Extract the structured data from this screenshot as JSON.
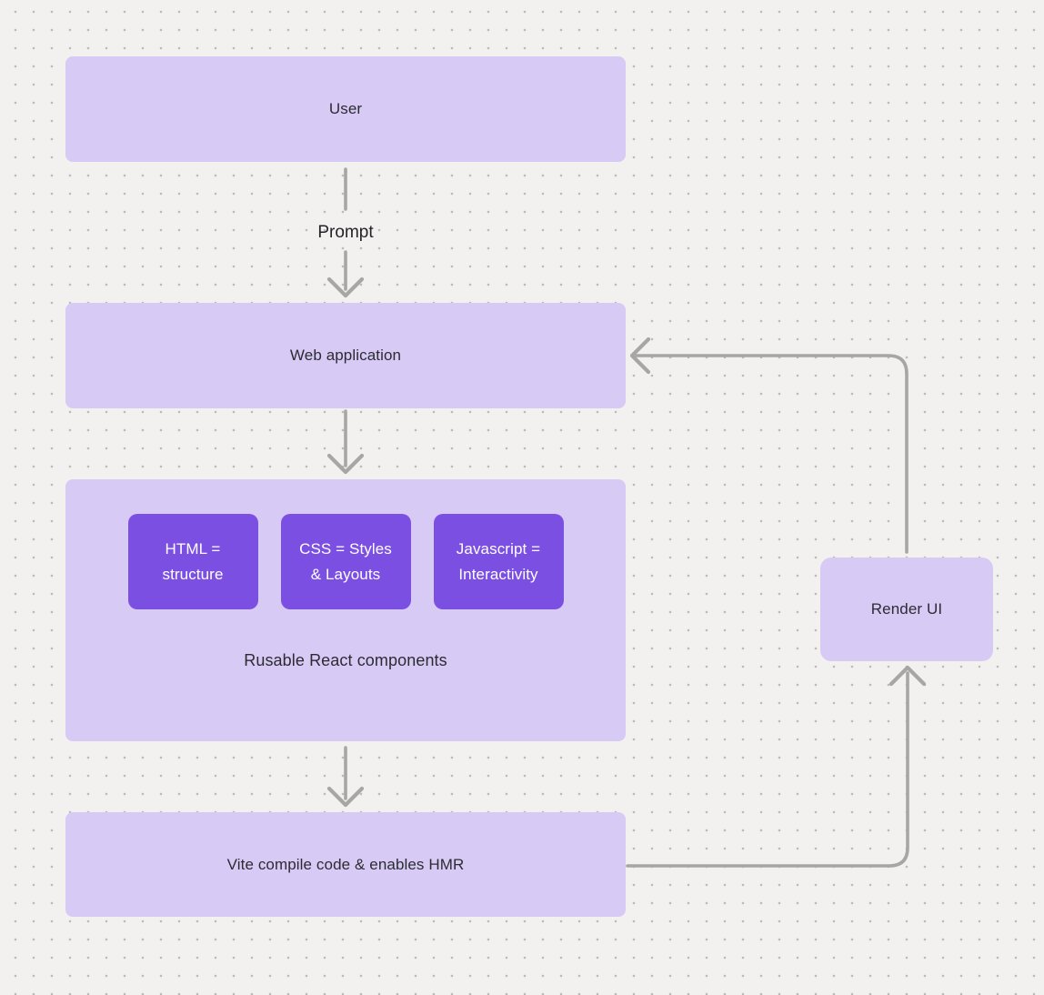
{
  "colors": {
    "background": "#f2f1ef",
    "dot_grid": "#bdbab7",
    "node_light_purple": "#d7cbf6",
    "node_dark_purple": "#7c4fe3",
    "connector_gray": "#a8a6a4",
    "text_dark": "#2d2b32",
    "text_light": "#ffffff"
  },
  "nodes": {
    "user": {
      "label": "User"
    },
    "web_app": {
      "label": "Web application"
    },
    "components_group": {
      "label": "Rusable React components",
      "children": [
        {
          "line1": "HTML =",
          "line2": "structure"
        },
        {
          "line1": "CSS = Styles",
          "line2": "& Layouts"
        },
        {
          "line1": "Javascript =",
          "line2": "Interactivity"
        }
      ]
    },
    "vite": {
      "label": "Vite compile code & enables HMR"
    },
    "render_ui": {
      "label": "Render UI"
    }
  },
  "edges": {
    "user_to_webapp_label": "Prompt"
  }
}
